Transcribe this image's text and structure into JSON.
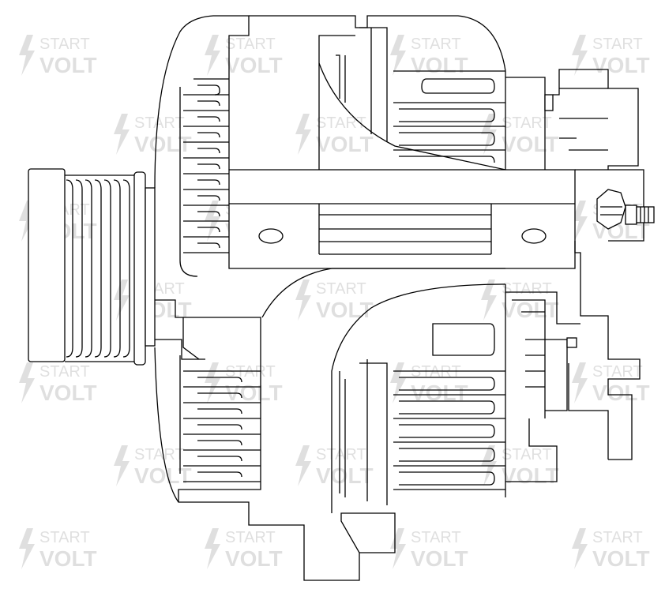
{
  "watermark": {
    "line1": "START",
    "line2": "VOLT",
    "logo": "lightning-bolt-icon",
    "color": "#000000"
  },
  "drawing": {
    "subject": "alternator-line-drawing",
    "stroke_color": "#000000",
    "background_color": "#ffffff"
  }
}
